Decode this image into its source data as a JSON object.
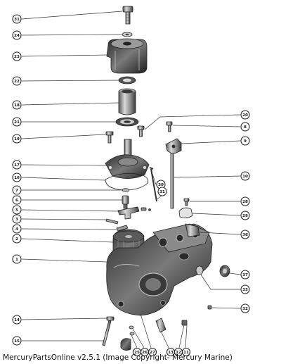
{
  "diagram": {
    "callouts": [
      {
        "id": "c31",
        "label": "31"
      },
      {
        "id": "c24",
        "label": "24"
      },
      {
        "id": "c23",
        "label": "23"
      },
      {
        "id": "c22",
        "label": "22"
      },
      {
        "id": "c18",
        "label": "18"
      },
      {
        "id": "c21",
        "label": "21"
      },
      {
        "id": "c19",
        "label": "19"
      },
      {
        "id": "c17",
        "label": "17"
      },
      {
        "id": "c16",
        "label": "16"
      },
      {
        "id": "c7",
        "label": "7"
      },
      {
        "id": "c6",
        "label": "6"
      },
      {
        "id": "c5",
        "label": "5"
      },
      {
        "id": "c3",
        "label": "3"
      },
      {
        "id": "c4",
        "label": "4"
      },
      {
        "id": "c2",
        "label": "2"
      },
      {
        "id": "c1",
        "label": "1"
      },
      {
        "id": "c14",
        "label": "14"
      },
      {
        "id": "c15",
        "label": "15"
      },
      {
        "id": "c20",
        "label": "20"
      },
      {
        "id": "c8",
        "label": "8"
      },
      {
        "id": "c9",
        "label": "9"
      },
      {
        "id": "c10",
        "label": "10"
      },
      {
        "id": "c30",
        "label": "30"
      },
      {
        "id": "c31b",
        "label": "31"
      },
      {
        "id": "c28",
        "label": "28"
      },
      {
        "id": "c29",
        "label": "29"
      },
      {
        "id": "c36",
        "label": "36"
      },
      {
        "id": "c37",
        "label": "37"
      },
      {
        "id": "c33",
        "label": "33"
      },
      {
        "id": "c32",
        "label": "32"
      },
      {
        "id": "cb25",
        "label": "25"
      },
      {
        "id": "cb26",
        "label": "26"
      },
      {
        "id": "cb27",
        "label": "27"
      },
      {
        "id": "cb13",
        "label": "13"
      },
      {
        "id": "cb12",
        "label": "12"
      },
      {
        "id": "cb11",
        "label": "11"
      }
    ]
  },
  "footer": {
    "text": "MercuryPartsOnline v2.5.1 (Image Copyright- Mercury Marine)"
  }
}
